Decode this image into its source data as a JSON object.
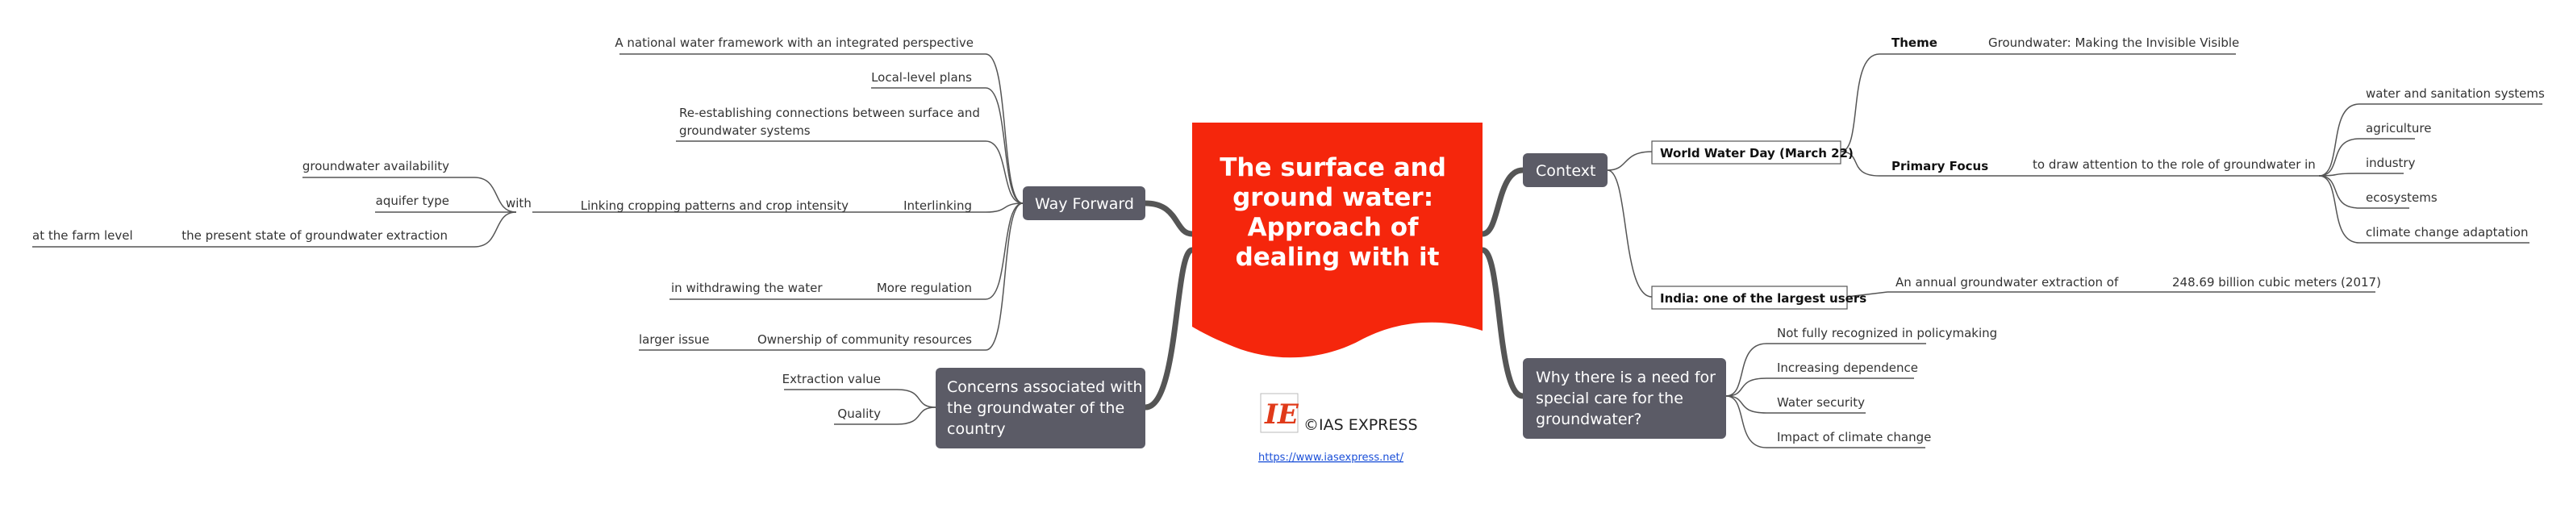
{
  "central": {
    "lines": [
      "The surface and",
      "ground water:",
      "Approach of",
      "dealing with it"
    ]
  },
  "brand": {
    "logo_text": "IE",
    "name": "©IAS EXPRESS",
    "url": "https://www.iasexpress.net/"
  },
  "context": {
    "label": "Context",
    "wwd": {
      "label": "World Water Day (March 22)",
      "theme_label": "Theme",
      "theme_value": "Groundwater: Making the Invisible Visible",
      "focus_label": "Primary Focus",
      "focus_value": "to draw attention to the role of groundwater in",
      "focus_items": [
        "water and sanitation systems",
        "agriculture",
        "industry",
        "ecosystems",
        "climate change adaptation"
      ]
    },
    "india": {
      "label": "India: one of the largest users",
      "extraction_label": "An annual groundwater extraction of",
      "extraction_value": "248.69 billion cubic meters (2017)"
    }
  },
  "why": {
    "lines": [
      "Why there is a need for",
      "special care for the",
      "groundwater?"
    ],
    "items": [
      "Not fully recognized in policymaking",
      "Increasing dependence",
      "Water security",
      "Impact of climate change"
    ]
  },
  "way_forward": {
    "label": "Way Forward",
    "framework": "A national water framework with an integrated perspective",
    "local": "Local-level plans",
    "reestablish_lines": [
      "Re-establishing connections between surface and",
      "groundwater systems"
    ],
    "interlinking": "Interlinking",
    "linking_crop": "Linking cropping patterns and crop intensity",
    "with": "with",
    "with_items": [
      "groundwater availability",
      "aquifer type",
      "the present state of groundwater extraction"
    ],
    "farm_level": "at the farm level",
    "more_regulation": "More regulation",
    "withdrawing": "in withdrawing the water",
    "ownership": "Ownership of community resources",
    "larger_issue": "larger issue"
  },
  "concerns": {
    "lines": [
      "Concerns associated with",
      "the groundwater of the",
      "country"
    ],
    "items": [
      "Extraction value",
      "Quality"
    ]
  },
  "colors": {
    "central": "#f5260c",
    "box": "#5b5b66",
    "line": "#555555"
  }
}
